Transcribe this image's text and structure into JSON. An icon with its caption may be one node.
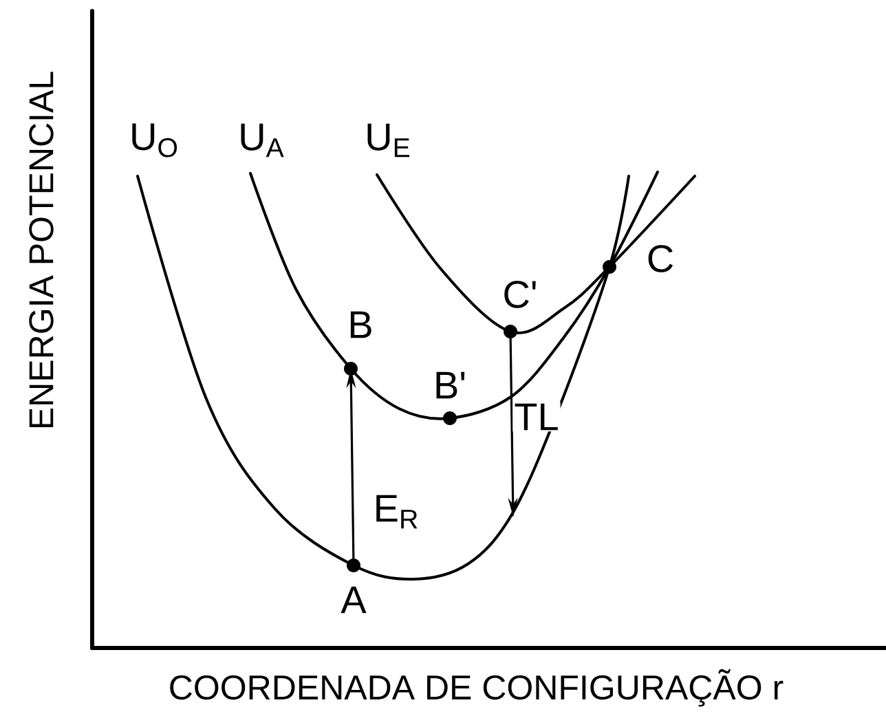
{
  "diagram": {
    "nodes": [
      {
        "text": [
          "A"
        ]
      },
      {
        "text": [
          "B"
        ]
      },
      {
        "text": [
          "B'"
        ]
      },
      {
        "text": [
          "C'"
        ]
      },
      {
        "text": [
          "C"
        ]
      }
    ],
    "edges": [
      {
        "from": 0,
        "to": 1,
        "arrow": "to",
        "label": "E$_{R}$"
      },
      {
        "from": 3,
        "to": null,
        "arrow": "to",
        "label": "TL"
      }
    ],
    "labels": [
      "U$_{O}$",
      "U$_{A}$",
      "U$_{E}$",
      "ENERGIA POTENCIAL",
      "COORDENADA DE CONFIGURAÇÃO r"
    ]
  }
}
